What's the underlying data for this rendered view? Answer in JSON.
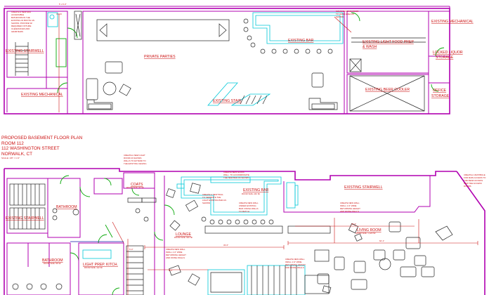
{
  "plan_title": {
    "line1": "PROPOSED BASEMENT FLOOR PLAN",
    "line2": "ROOM 112",
    "line3": "112 WASHINGTON STREET",
    "line4": "NORWALK, CT",
    "scale": "SCALE: 1/8\" = 1'-0\""
  },
  "upper_plan": {
    "rooms": {
      "existing_stairwell": "EXISTING STAIRWELL",
      "existing_mechanical_left": "EXISTING MECHANICAL",
      "private_parties": "PRIVATE PARTIES",
      "existing_bar": "EXISTING BAR",
      "existing_stair": "EXISTING STAIR",
      "existing_mechanical_right": "EXISTING MECHANICAL",
      "light_food_prep": "EXISTING LIGHT FOOD PREP",
      "food_prep_line2": "& WASH",
      "beer_cooler": "EXISTING BEER COOLER",
      "locked_liquor": "LOCKED LIQUOR",
      "storage_line2": "STORAGE",
      "office": "OFFICE",
      "storage": "STORAGE"
    },
    "notes": {
      "bathroom_note": [
        "CREATE A NEW ADA",
        "ACCESSIBLE",
        "BATHROOM IN THE",
        "EXISTING ID BOOTH AN",
        "SHOWN. PROVIDE W/",
        "REQUIRED FIXTURE",
        "CLEARANCES AND",
        "GRAB BARS"
      ],
      "door_note": [
        "MOVE EXISTING DOOR",
        "TO HAND AREA AS",
        "SHOWN"
      ],
      "dim_top": "5' x 6'-0\""
    }
  },
  "lower_plan": {
    "rooms": {
      "coats": "COATS",
      "coats_sub": "ROOM SIZE: 42 SF",
      "bathroom_upper": "BATHROOM",
      "existing_stairwell_left": "EXISTING STAIRWELL",
      "bathroom_lower": "BATHROOM",
      "bathroom_lower_sub": "ROOM SIZE: 58 SF",
      "light_prep": "LIGHT PREP. KITCH.",
      "light_prep_sub": "ROOM SIZE: 112 SF",
      "existing_bar": "EXISTING BAR",
      "existing_bar_sub": "ROOM SIZE: 240 SF",
      "lounge": "LOUNGE",
      "lounge_sub": "ROOM SIZE: 920 SF",
      "existing_stairwell_right": "EXISTING STAIRWELL",
      "living_room": "LIVING ROOM",
      "living_room_sub": "ROOM SIZE: 1,120 SF"
    },
    "notes": {
      "note_coat": [
        "CREATE A NEW LIGHT",
        "ROOM AS SHOWN.",
        "WALLS TO EXTEND TO",
        "THE EXISTING CEILING"
      ],
      "note_bar_wall": [
        "CREATE NEW GLASS",
        "WALL. TO ACCOMMODATE",
        "THE NEW BAR AS SHOWN"
      ],
      "note_ramp": [
        "CREATE A NEW WALL",
        "TO SEPARATE THE",
        "LIGHT EXISTING BAR AS",
        "SHOWN"
      ],
      "note_living": [
        "CREATE NEW WALL",
        "INFILL 1'-0\" WIDE",
        "RETURNING HEIGHT",
        "AND FINISH WALLS"
      ],
      "note_bar_under": [
        "CREATE NEW WALL",
        "UNDER EXISTING",
        "BAR. FINISH WALLS",
        "TO MATCH"
      ],
      "note_vestibule": [
        "CREATE A VESTIBULE",
        "FOR MAIN ACCESS TO",
        "THE REAR ACCESS",
        "NEW TEE ACCESS",
        "DOORS"
      ],
      "note_lounge_wall": [
        "CREATE NEW WALL",
        "INFILL 1'-0\" WIDE",
        "RETURNING HEIGHT",
        "AND FINISH WALLS"
      ],
      "note_stair": [
        "CREATE NEW WALL",
        "INFILL 1'-0\" WIDE",
        "RETURNING HEIGHT",
        "AND FINISH WALLS"
      ],
      "dim_a": "33'-0\"",
      "dim_b": "62'-1\"",
      "dim_c": "46'-0\"",
      "dim_d": "5'-0\"",
      "dim_e": "8'-3\""
    }
  }
}
